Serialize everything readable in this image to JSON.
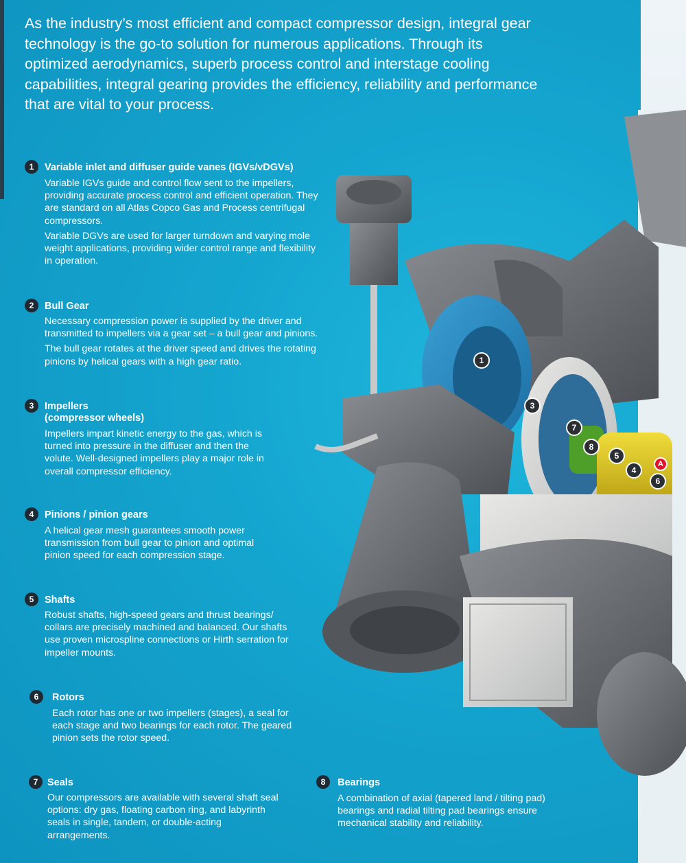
{
  "intro": "As the industry’s most efficient and compact compressor design, integral gear technology is the go-to solution for numerous applications. Through its optimized aerodynamics, superb process control and interstage cooling capabilities, integral gearing provides the efficiency, reliability and performance that are vital to your process.",
  "sections": [
    {
      "num": "1",
      "title": "Variable inlet and diffuser guide vanes (IGVs/vDGVs)",
      "p1": "Variable IGVs guide and control flow sent to the impellers, providing accurate process control and efficient operation. They are standard on all Atlas Copco Gas and Process centrifugal compressors.",
      "p2": "Variable DGVs are used for larger turndown and varying mole weight applications, providing wider control range and flexibility in operation."
    },
    {
      "num": "2",
      "title": "Bull Gear",
      "p1": "Necessary compression power is supplied by the driver and transmitted to impellers via a gear set – a bull gear and pinions.",
      "p2": "The bull gear rotates at the driver speed and drives the rotating pinions by helical gears with a high gear ratio."
    },
    {
      "num": "3",
      "title": "Impellers",
      "title2": "(compressor wheels)",
      "p1": "Impellers impart kinetic energy to the gas, which is turned into pressure in the diffuser and then the volute. Well-designed impellers play a major role in overall compressor efficiency."
    },
    {
      "num": "4",
      "title": "Pinions / pinion gears",
      "p1": "A helical gear mesh guarantees smooth power transmission from bull gear to pinion and optimal pinion speed for each compression stage."
    },
    {
      "num": "5",
      "title": "Shafts",
      "p1": "Robust shafts, high-speed gears and thrust bearings/ collars are precisely machined and balanced. Our shafts use proven microspline connections or Hirth serration for impeller mounts."
    },
    {
      "num": "6",
      "title": "Rotors",
      "p1": "Each rotor has one or two impellers (stages), a seal for each stage and two bearings for each rotor. The geared pinion sets the rotor speed."
    },
    {
      "num": "7",
      "title": "Seals",
      "p1": "Our compressors are available with several shaft seal options: dry gas, floating carbon ring, and labyrinth seals in single, tandem, or double-acting arrangements."
    },
    {
      "num": "8",
      "title": "Bearings",
      "p1": "A combination of axial (tapered land / tilting pad) bearings and radial tilting pad bearings ensure mechanical stability and reliability."
    }
  ],
  "callouts": [
    "1",
    "3",
    "7",
    "8",
    "5",
    "4",
    "A",
    "6"
  ],
  "colors": {
    "background": "#14a5cf",
    "number_badge": "#1e2a33",
    "callout_red": "#e3132a",
    "machine_body": "#6b6e73"
  }
}
